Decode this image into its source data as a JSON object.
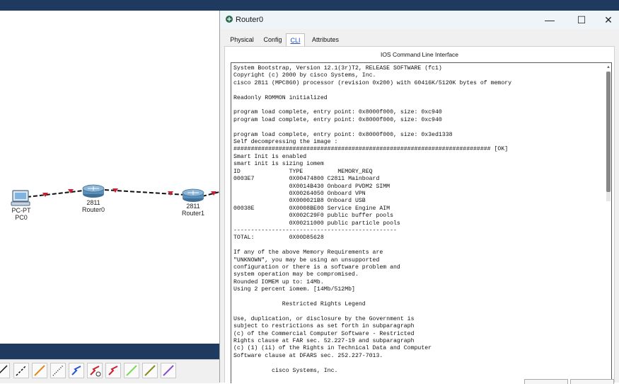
{
  "devices": [
    {
      "model": "PC-PT",
      "name": "PC0"
    },
    {
      "model": "2811",
      "name": "Router0"
    },
    {
      "model": "2811",
      "name": "Router1"
    }
  ],
  "window": {
    "title": "Router0",
    "minimize_glyph": "—",
    "maximize_glyph": "☐",
    "close_glyph": "✕",
    "tabs": [
      {
        "label": "Physical"
      },
      {
        "label": "Config"
      },
      {
        "label": "CLI"
      },
      {
        "label": "Attributes"
      }
    ],
    "active_tab": "CLI",
    "panel_title": "IOS Command Line Interface",
    "console_text": "System Bootstrap, Version 12.1(3r)T2, RELEASE SOFTWARE (fc1)\nCopyright (c) 2000 by cisco Systems, Inc.\ncisco 2811 (MPC860) processor (revision 0x200) with 60416K/5120K bytes of memory\n\nReadonly ROMMON initialized\n\nprogram load complete, entry point: 0x8000f000, size: 0xc940\nprogram load complete, entry point: 0x8000f000, size: 0xc940\n\nprogram load complete, entry point: 0x8000f000, size: 0x3ed1338\nSelf decompressing the image :\n########################################################################## [OK]\nSmart Init is enabled\nsmart init is sizing iomem\nID              TYPE          MEMORY_REQ\n0003E7          0X00474800 C2811 Mainboard\n                0X0014B430 Onboard PVDM2 SIMM\n                0X00264050 Onboard VPN\n                0X000021B8 Onboard USB\n00038E          0X0008BE00 Service Engine AIM\n                0X002C29F0 public buffer pools\n                0X00211000 public particle pools\n-----------------------------------------------\nTOTAL:          0X00D85628\n\nIf any of the above Memory Requirements are\n\"UNKNOWN\", you may be using an unsupported\nconfiguration or there is a software problem and\nsystem operation may be compromised.\nRounded IOMEM up to: 14Mb.\nUsing 2 percent iomem. [14Mb/512Mb]\n\n              Restricted Rights Legend\n\nUse, duplication, or disclosure by the Government is\nsubject to restrictions as set forth in subparagraph\n(c) of the Commercial Computer Software - Restricted\nRights clause at FAR sec. 52.227-19 and subparagraph\n(c) (1) (ii) of the Rights in Technical Data and Computer\nSoftware clause at DFARS sec. 252.227-7013.\n\n           cisco Systems, Inc."
  },
  "palette": {
    "tools": [
      "automatic-connection-icon",
      "console-cable-icon",
      "straight-through-cable-icon",
      "crossover-cable-icon",
      "fiber-cable-icon",
      "phone-cable-icon",
      "coaxial-cable-icon",
      "serial-dce-icon",
      "serial-dte-icon",
      "octal-cable-icon",
      "iot-cable-icon"
    ]
  },
  "colors": {
    "taskbar": "#1f3a5f",
    "link_marker": "#cc1f2f",
    "router": "#5b8fb9",
    "active_tab_text": "#1e4cc7"
  }
}
